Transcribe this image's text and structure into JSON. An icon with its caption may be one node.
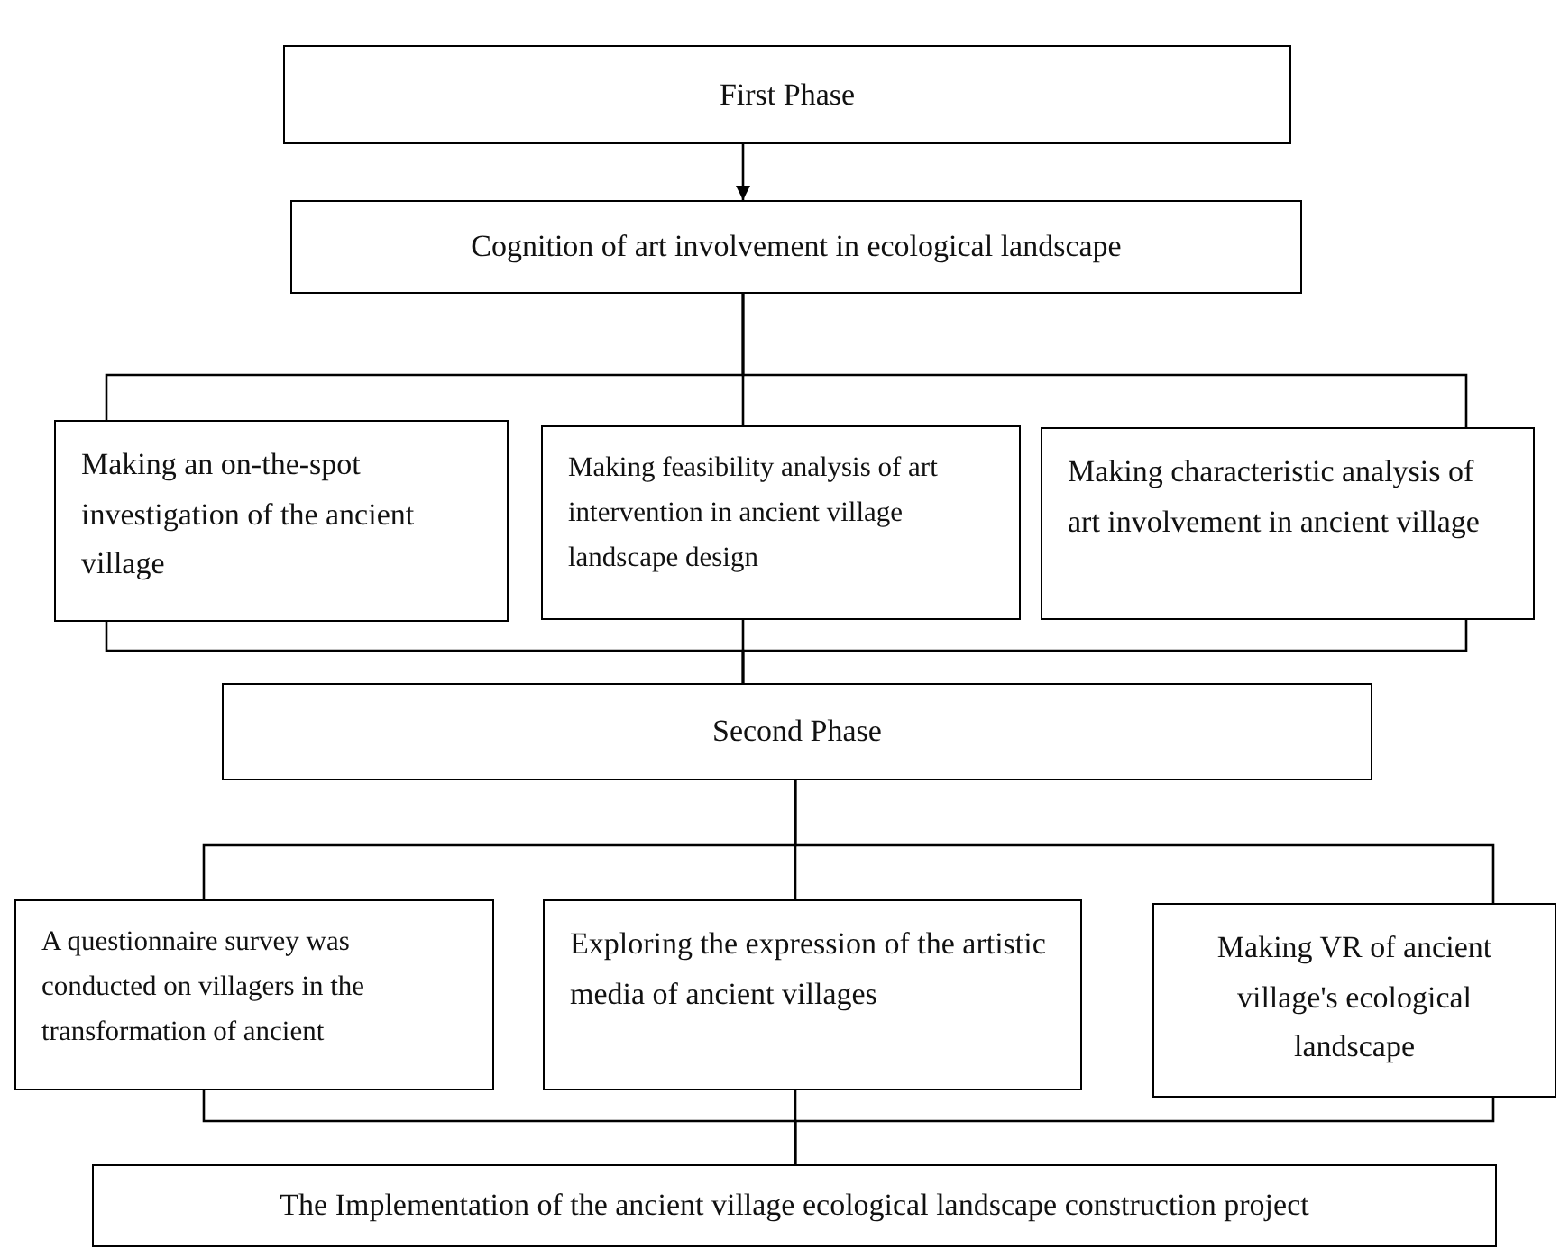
{
  "diagram": {
    "nodes": [
      {
        "text": [
          "First Phase"
        ]
      },
      {
        "text": [
          "Cognition of art involvement in ecological landscape"
        ]
      },
      {
        "text": [
          "Making an on-the-spot investigation of the ancient village"
        ]
      },
      {
        "text": [
          "Making feasibility analysis of art intervention in ancient village landscape design"
        ]
      },
      {
        "text": [
          "Making characteristic analysis of art involvement in ancient village"
        ]
      },
      {
        "text": [
          "Second Phase"
        ]
      },
      {
        "text": [
          "A questionnaire survey was conducted on villagers in the transformation of ancient"
        ]
      },
      {
        "text": [
          "Exploring the expression of the artistic media of ancient villages"
        ]
      },
      {
        "text": [
          "Making VR of ancient village's ecological landscape"
        ]
      },
      {
        "text": [
          "The Implementation of the ancient village ecological landscape construction project"
        ]
      }
    ],
    "edges": [
      {
        "from": 0,
        "to": 1,
        "arrow": "to"
      },
      {
        "from": 1,
        "to": 2,
        "arrow": "none"
      },
      {
        "from": 1,
        "to": 3,
        "arrow": "none"
      },
      {
        "from": 1,
        "to": 4,
        "arrow": "none"
      },
      {
        "from": 2,
        "to": 5,
        "arrow": "none"
      },
      {
        "from": 3,
        "to": 5,
        "arrow": "none"
      },
      {
        "from": 4,
        "to": 5,
        "arrow": "none"
      },
      {
        "from": 5,
        "to": 6,
        "arrow": "none"
      },
      {
        "from": 5,
        "to": 7,
        "arrow": "none"
      },
      {
        "from": 5,
        "to": 8,
        "arrow": "none"
      },
      {
        "from": 6,
        "to": 9,
        "arrow": "none"
      },
      {
        "from": 7,
        "to": 9,
        "arrow": "none"
      },
      {
        "from": 8,
        "to": 9,
        "arrow": "none"
      }
    ]
  }
}
